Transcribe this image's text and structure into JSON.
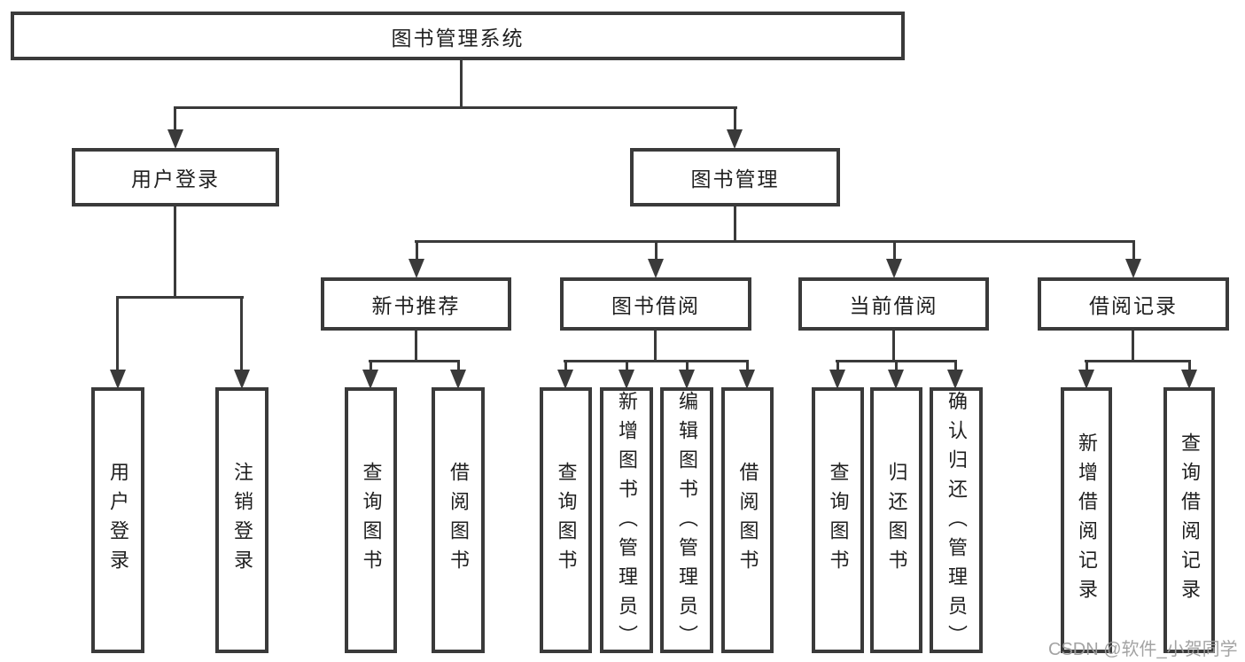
{
  "tree": {
    "root": {
      "label": "图书管理系统"
    },
    "children": [
      {
        "label": "用户登录",
        "children": [
          {
            "label": "用户登录"
          },
          {
            "label": "注销登录"
          }
        ]
      },
      {
        "label": "图书管理",
        "children": [
          {
            "label": "新书推荐",
            "children": [
              {
                "label": "查询图书"
              },
              {
                "label": "借阅图书"
              }
            ]
          },
          {
            "label": "图书借阅",
            "children": [
              {
                "label": "查询图书"
              },
              {
                "label": "新增图书（管理员）"
              },
              {
                "label": "编辑图书（管理员）"
              },
              {
                "label": "借阅图书"
              }
            ]
          },
          {
            "label": "当前借阅",
            "children": [
              {
                "label": "查询图书"
              },
              {
                "label": "归还图书"
              },
              {
                "label": "确认归还（管理员）"
              }
            ]
          },
          {
            "label": "借阅记录",
            "children": [
              {
                "label": "新增借阅记录"
              },
              {
                "label": "查询借阅记录"
              }
            ]
          }
        ]
      }
    ]
  },
  "watermark": {
    "text": "CSDN @软件_小贺同学"
  },
  "colors": {
    "line": "#3a3a3a",
    "box_border": "#3a3a3a",
    "box_fill": "#ffffff",
    "text": "#1f1f1f",
    "watermark_text": "#9e9e9e",
    "background": "#ffffff"
  }
}
